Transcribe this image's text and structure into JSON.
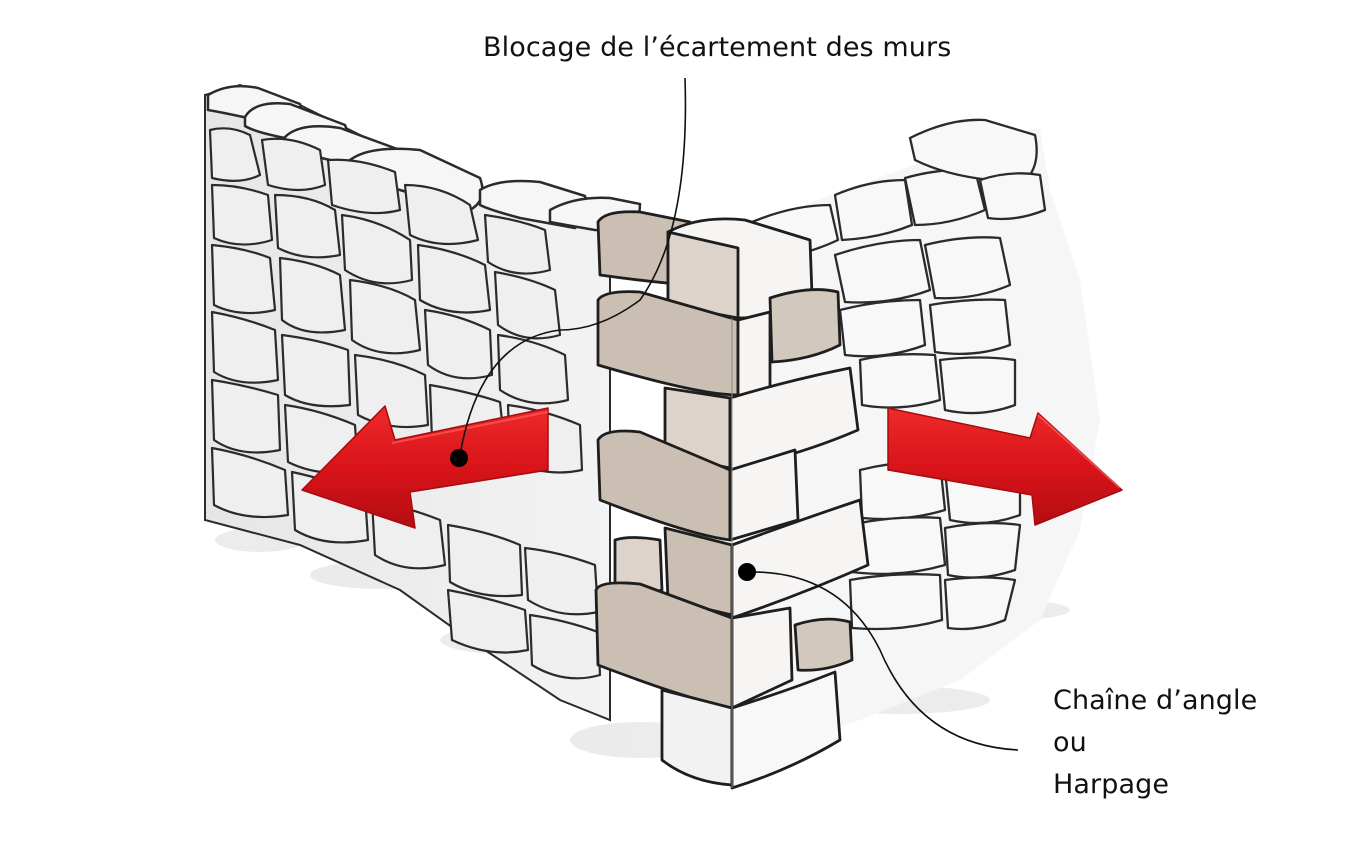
{
  "diagram": {
    "subject": "Dry-stone wall corner with corner quoins (chaîne d'angle)",
    "annotations": [
      {
        "id": "top",
        "lines": [
          "Blocage de l’écartement des murs"
        ],
        "target": "left arrow (wall spreading force)"
      },
      {
        "id": "corner",
        "lines": [
          "Chaîne d’angle",
          "ou",
          "Harpage"
        ],
        "target": "corner stone of quoin"
      }
    ],
    "arrows": [
      {
        "direction": "left",
        "color": "#d9141a",
        "meaning": "outward thrust of left wall"
      },
      {
        "direction": "right",
        "color": "#d9141a",
        "meaning": "outward thrust of right wall"
      }
    ],
    "colors": {
      "background": "#ffffff",
      "stone_light": "#f2f2f2",
      "stone_shade": "#d9d9d9",
      "quoin_stone": "#cfc3b8",
      "outline": "#2b2b2b",
      "arrow_red": "#d9141a",
      "text": "#111111",
      "leader_line": "#111111"
    }
  }
}
